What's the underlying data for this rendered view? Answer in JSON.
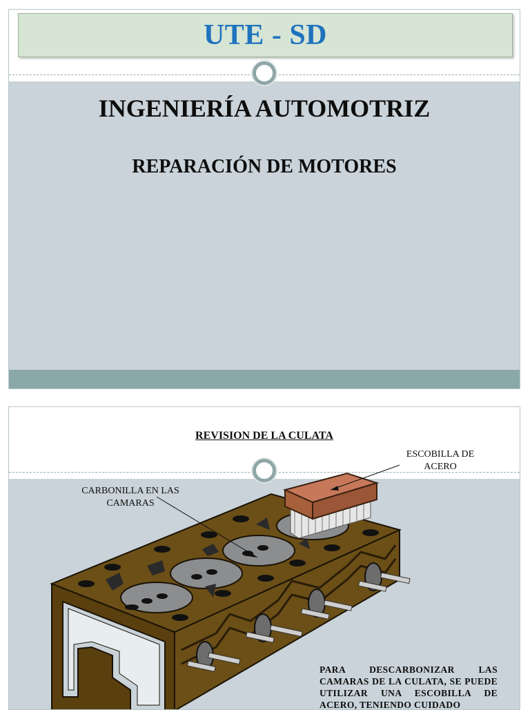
{
  "slide1": {
    "title": "UTE - SD",
    "heading": "INGENIERÍA AUTOMOTRIZ",
    "subheading": "REPARACIÓN DE MOTORES"
  },
  "slide2": {
    "title": "REVISION  DE  LA CULATA",
    "label_carbon_line1": "CARBONILLA EN LAS",
    "label_carbon_line2": "CAMARAS",
    "label_brush_line1": "ESCOBILLA DE",
    "label_brush_line2": "ACERO",
    "paragraph": "PARA DESCARBONIZAR LAS CAMARAS DE LA CULATA, SE PUEDE UTILIZAR UNA ESCOBILLA DE ACERO, TENIENDO CUIDADO",
    "colors": {
      "head_top": "#6b4f17",
      "head_side": "#5a3f0f",
      "brush": "#a6603c",
      "chamber": "#8b8d8f"
    }
  },
  "colors": {
    "title_blue": "#1f73bd",
    "title_box": "#d7e5d5",
    "slide_blue": "#c9d3d9",
    "footer_bar": "#8aa8aa"
  }
}
